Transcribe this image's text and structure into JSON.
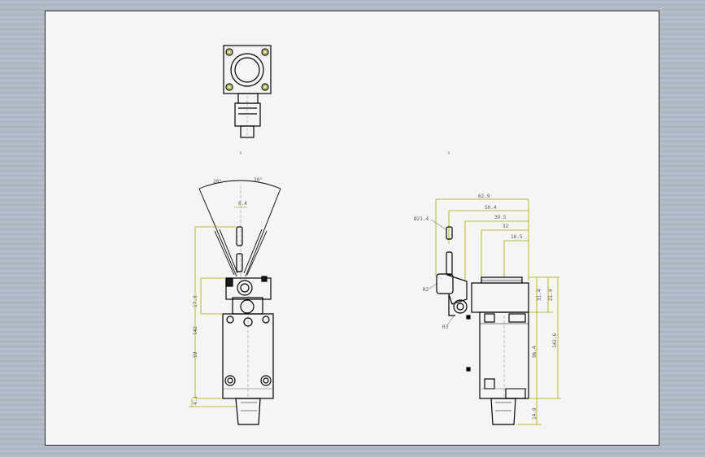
{
  "colors": {
    "background": "#b0bac5",
    "sheet": "#f5f5f5",
    "outline": "#000000",
    "dimension": "#a8a800"
  },
  "front_view": {
    "angle_left": "20°",
    "angle_right": "20°",
    "roller_width": "6.4",
    "dims_left": [
      "17.3",
      "142",
      "59",
      "4.1"
    ]
  },
  "side_view": {
    "dims_top": [
      "62.9",
      "50.4",
      "39.5",
      "32",
      "16.5"
    ],
    "roller_label": "Ø21.4",
    "label_r2": "R2",
    "label_r3": "R3",
    "dims_right": [
      "31.4",
      "21.4",
      "142.6",
      "96.4",
      "14.9"
    ]
  }
}
